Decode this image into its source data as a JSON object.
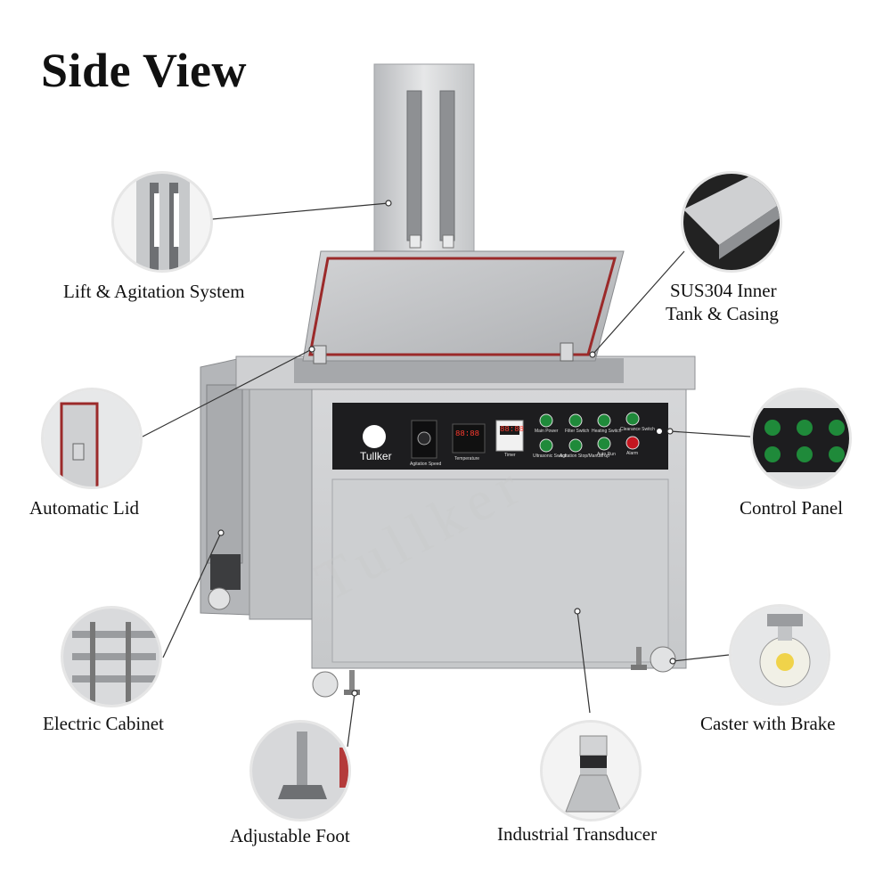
{
  "title": "Side View",
  "brand": "Tullker",
  "watermark": "Tullker",
  "callouts": {
    "lift": "Lift & Agitation System",
    "lid": "Automatic Lid",
    "cabinet": "Electric Cabinet",
    "foot": "Adjustable Foot",
    "tank_line1": "SUS304 Inner",
    "tank_line2": "Tank & Casing",
    "panel": "Control Panel",
    "caster": "Caster with Brake",
    "transducer": "Industrial Transducer"
  },
  "control_panel": {
    "agitation_label": "Agitation Speed",
    "temperature_label": "Temperature",
    "timer_label": "Timer",
    "temp_readout": "88:88",
    "timer_readout": "88:88",
    "buttons": [
      "Main Power",
      "Filter Switch",
      "Heating Switch",
      "Clearance Switch",
      "Ultrasonic Switch",
      "Agitation Stop/Manual up",
      "Auto Run",
      "Alarm"
    ]
  },
  "colors": {
    "steel": "#c9cbcd",
    "panel": "#1d1d1f",
    "button_green": "#1f8a3a",
    "alarm_red": "#c41620",
    "gasket_red": "#9b2a2a"
  }
}
